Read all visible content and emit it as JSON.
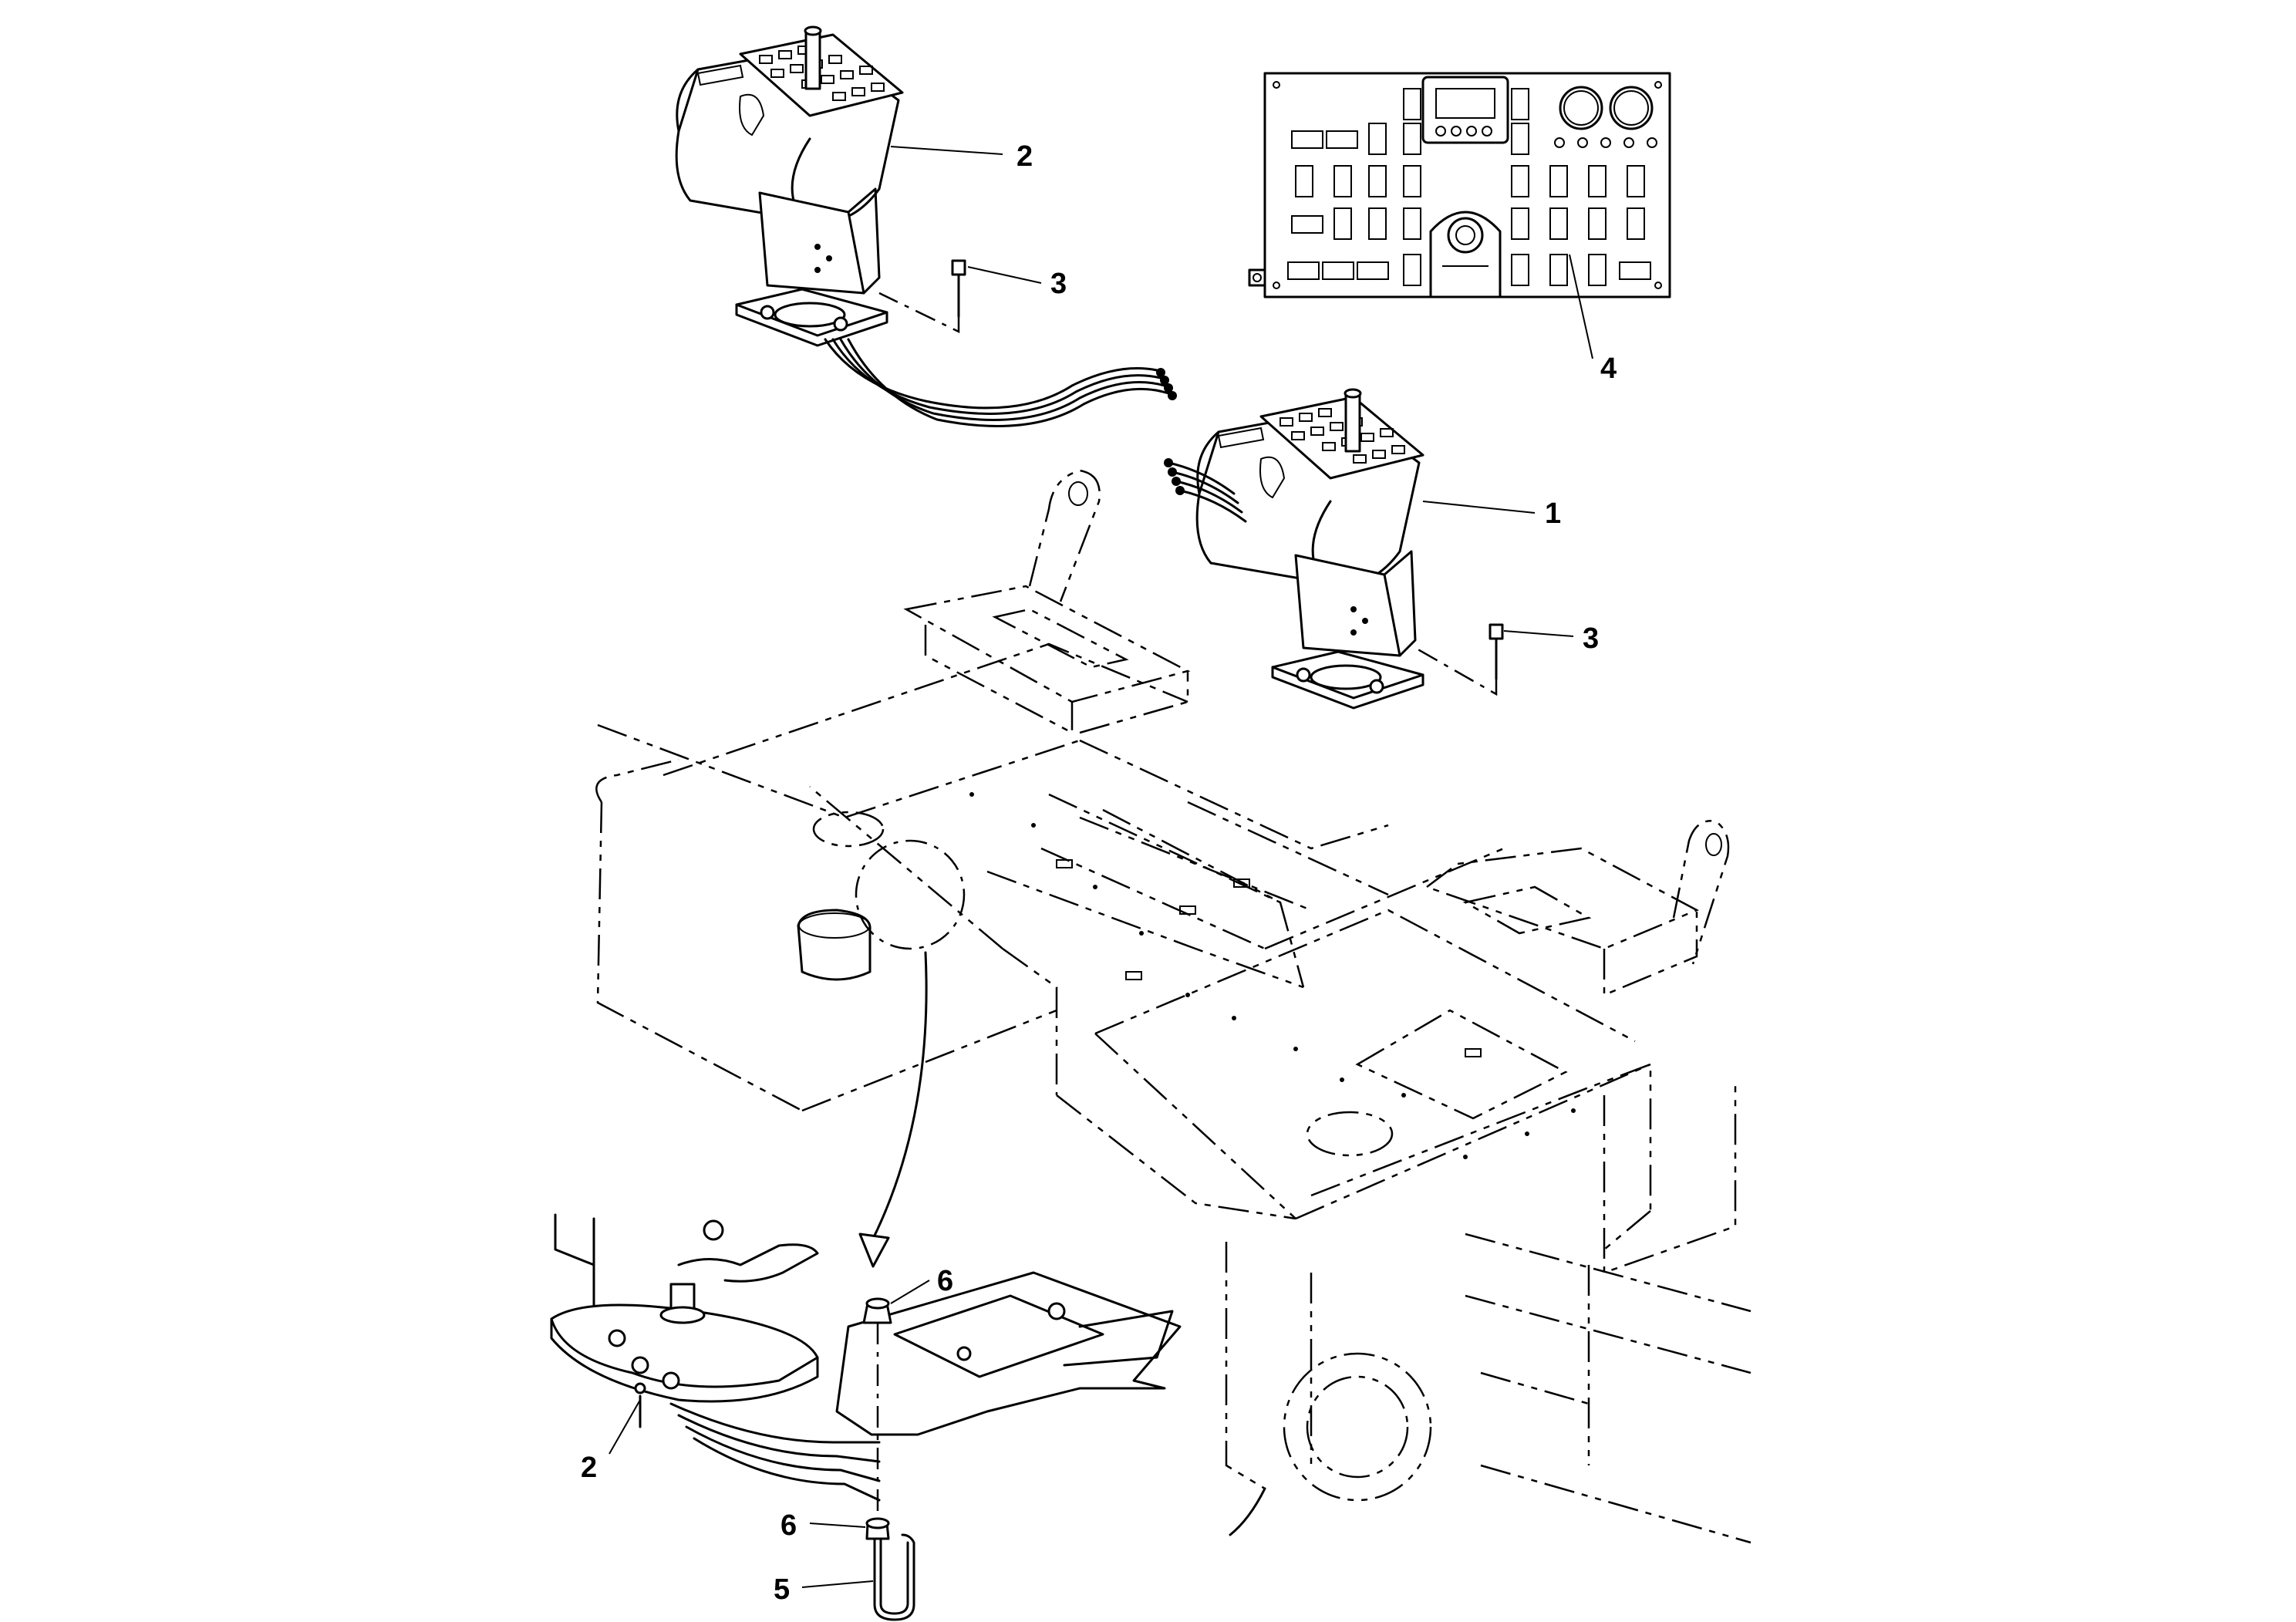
{
  "diagram": {
    "callouts": [
      {
        "id": "c1",
        "label": "1"
      },
      {
        "id": "c2-top",
        "label": "2"
      },
      {
        "id": "c2-bottom",
        "label": "2"
      },
      {
        "id": "c3-left",
        "label": "3"
      },
      {
        "id": "c3-right",
        "label": "3"
      },
      {
        "id": "c4",
        "label": "4"
      },
      {
        "id": "c5",
        "label": "5"
      },
      {
        "id": "c6-top",
        "label": "6"
      },
      {
        "id": "c6-bottom",
        "label": "6"
      }
    ]
  }
}
